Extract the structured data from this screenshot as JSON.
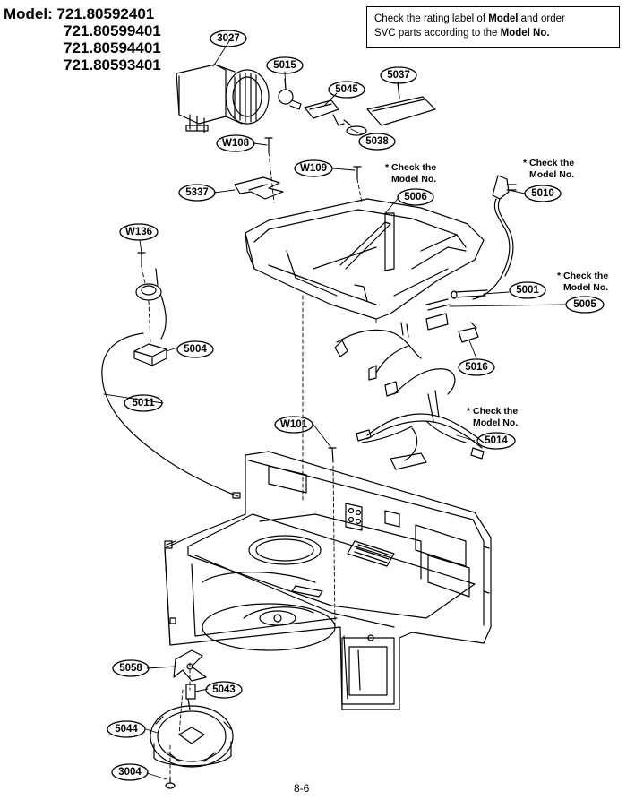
{
  "header": {
    "model_label": "Model:",
    "models": [
      "721.80592401",
      "721.80599401",
      "721.80594401",
      "721.80593401"
    ]
  },
  "note": {
    "part1": "Check the rating label of ",
    "bold1": "Model",
    "part2": " and order",
    "part3": "SVC parts according to the ",
    "bold2": "Model No."
  },
  "callouts": {
    "check1": [
      "* Check the",
      "Model No."
    ],
    "check2": [
      "* Check the",
      "Model No."
    ],
    "check3": [
      "* Check the",
      "Model No."
    ],
    "check4": [
      "* Check the",
      "Model No."
    ]
  },
  "parts": {
    "p3027": "3027",
    "p5015": "5015",
    "p5045": "5045",
    "p5037": "5037",
    "p5038": "5038",
    "pW108": "W108",
    "pW109": "W109",
    "p5006": "5006",
    "p5010": "5010",
    "p5337": "5337",
    "pW136": "W136",
    "p5001": "5001",
    "p5005": "5005",
    "p5004": "5004",
    "p5016": "5016",
    "p5011": "5011",
    "pW101": "W101",
    "p5014": "5014",
    "p5058": "5058",
    "p5043": "5043",
    "p5044": "5044",
    "p3004": "3004"
  },
  "footer": {
    "page": "8-6"
  }
}
